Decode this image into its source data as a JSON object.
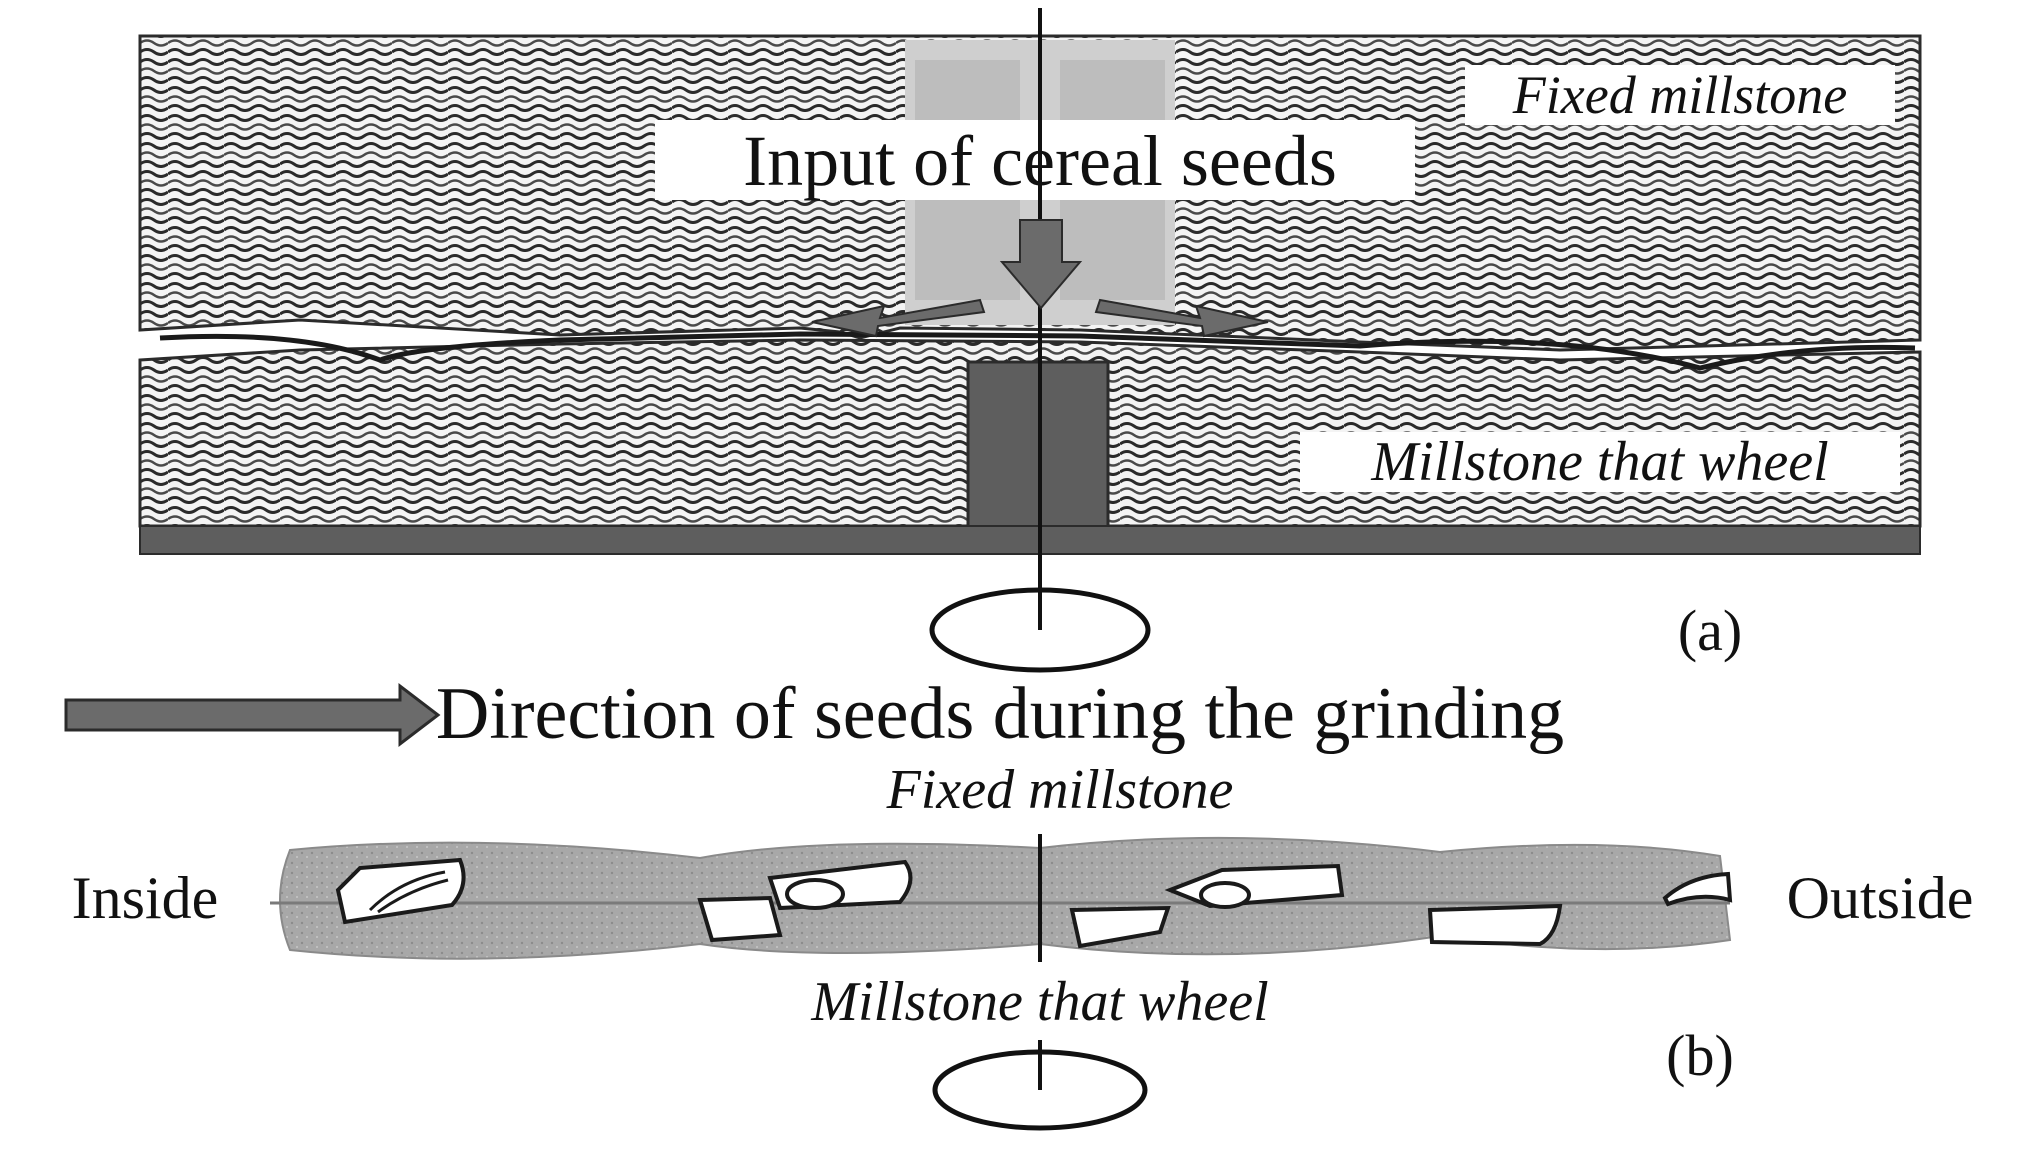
{
  "panel_a": {
    "fixed_label": "Fixed millstone",
    "input_label": "Input of cereal seeds",
    "wheel_label": "Millstone that wheel",
    "panel_label": "(a)"
  },
  "legend": {
    "direction_label": "Direction of seeds during the grinding"
  },
  "panel_b": {
    "fixed_label": "Fixed millstone",
    "wheel_label": "Millstone that wheel",
    "inside_label": "Inside",
    "outside_label": "Outside",
    "panel_label": "(b)"
  },
  "colors": {
    "stone_texture": "#2b2b2b",
    "arrow_gray": "#6b6b6b",
    "channel_gray": "#a8a8a8",
    "bar_gray": "#5e5e5e",
    "light_center": "#cfcfcf"
  }
}
